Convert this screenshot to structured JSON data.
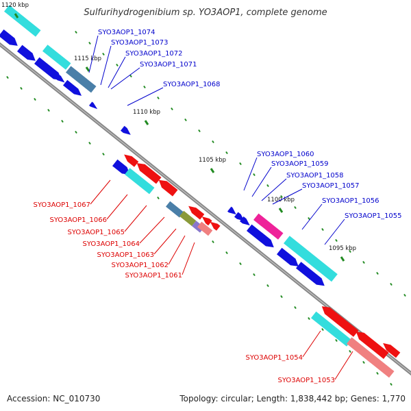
{
  "title": "Sulfurihydrogenibium sp. YO3AOP1, complete genome",
  "accession": "Accession: NC_010730",
  "topology": "Topology: circular; Length: 1,838,442 bp; Genes: 1,770",
  "colors": {
    "backbone": "#888888",
    "tick": "#228B22",
    "forward_label": "#0000cc",
    "reverse_label": "#dd0000",
    "blue": "#1010dd",
    "cyan": "#33dddd",
    "steel": "#4a7fa8",
    "red": "#ee1111",
    "pink": "#f08080",
    "magenta": "#ee2299",
    "olive": "#8a9a3a",
    "violet": "#8877cc"
  },
  "ticks": [
    {
      "label": "1120 kbp"
    },
    {
      "label": "1115 kbp"
    },
    {
      "label": "1110 kbp"
    },
    {
      "label": "1105 kbp"
    },
    {
      "label": "1100 kbp"
    },
    {
      "label": "1095 kbp"
    }
  ],
  "forward_labels": [
    "SYO3AOP1_1074",
    "SYO3AOP1_1073",
    "SYO3AOP1_1072",
    "SYO3AOP1_1071",
    "SYO3AOP1_1068",
    "SYO3AOP1_1060",
    "SYO3AOP1_1059",
    "SYO3AOP1_1058",
    "SYO3AOP1_1057",
    "SYO3AOP1_1056",
    "SYO3AOP1_1055"
  ],
  "reverse_labels": [
    "SYO3AOP1_1067",
    "SYO3AOP1_1066",
    "SYO3AOP1_1065",
    "SYO3AOP1_1064",
    "SYO3AOP1_1063",
    "SYO3AOP1_1062",
    "SYO3AOP1_1061",
    "SYO3AOP1_1054",
    "SYO3AOP1_1053"
  ]
}
